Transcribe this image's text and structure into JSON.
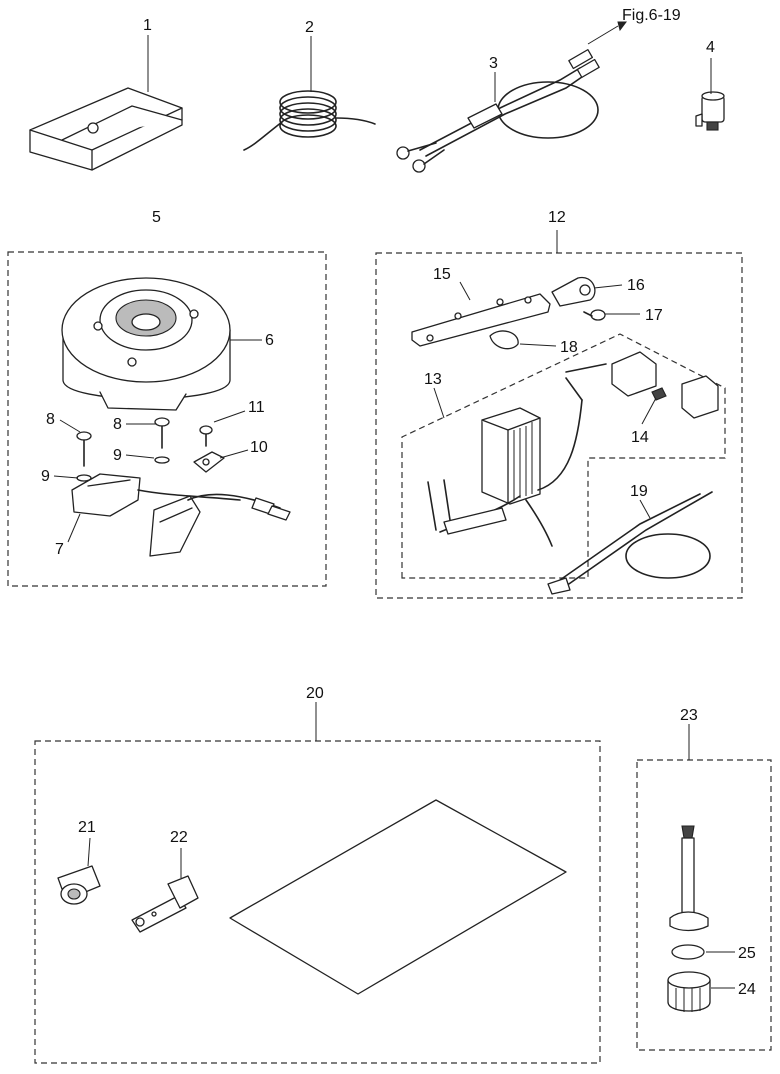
{
  "figure": {
    "reference_label": "Fig.6-19"
  },
  "callouts": [
    {
      "id": "1",
      "text": "1"
    },
    {
      "id": "2",
      "text": "2"
    },
    {
      "id": "3",
      "text": "3"
    },
    {
      "id": "4",
      "text": "4"
    },
    {
      "id": "5",
      "text": "5"
    },
    {
      "id": "6",
      "text": "6"
    },
    {
      "id": "7",
      "text": "7"
    },
    {
      "id": "8a",
      "text": "8"
    },
    {
      "id": "8b",
      "text": "8"
    },
    {
      "id": "9a",
      "text": "9"
    },
    {
      "id": "9b",
      "text": "9"
    },
    {
      "id": "10",
      "text": "10"
    },
    {
      "id": "11",
      "text": "11"
    },
    {
      "id": "12",
      "text": "12"
    },
    {
      "id": "13",
      "text": "13"
    },
    {
      "id": "14",
      "text": "14"
    },
    {
      "id": "15",
      "text": "15"
    },
    {
      "id": "16",
      "text": "16"
    },
    {
      "id": "17",
      "text": "17"
    },
    {
      "id": "18",
      "text": "18"
    },
    {
      "id": "19",
      "text": "19"
    },
    {
      "id": "20",
      "text": "20"
    },
    {
      "id": "21",
      "text": "21"
    },
    {
      "id": "22",
      "text": "22"
    },
    {
      "id": "23",
      "text": "23"
    },
    {
      "id": "24",
      "text": "24"
    },
    {
      "id": "25",
      "text": "25"
    }
  ]
}
